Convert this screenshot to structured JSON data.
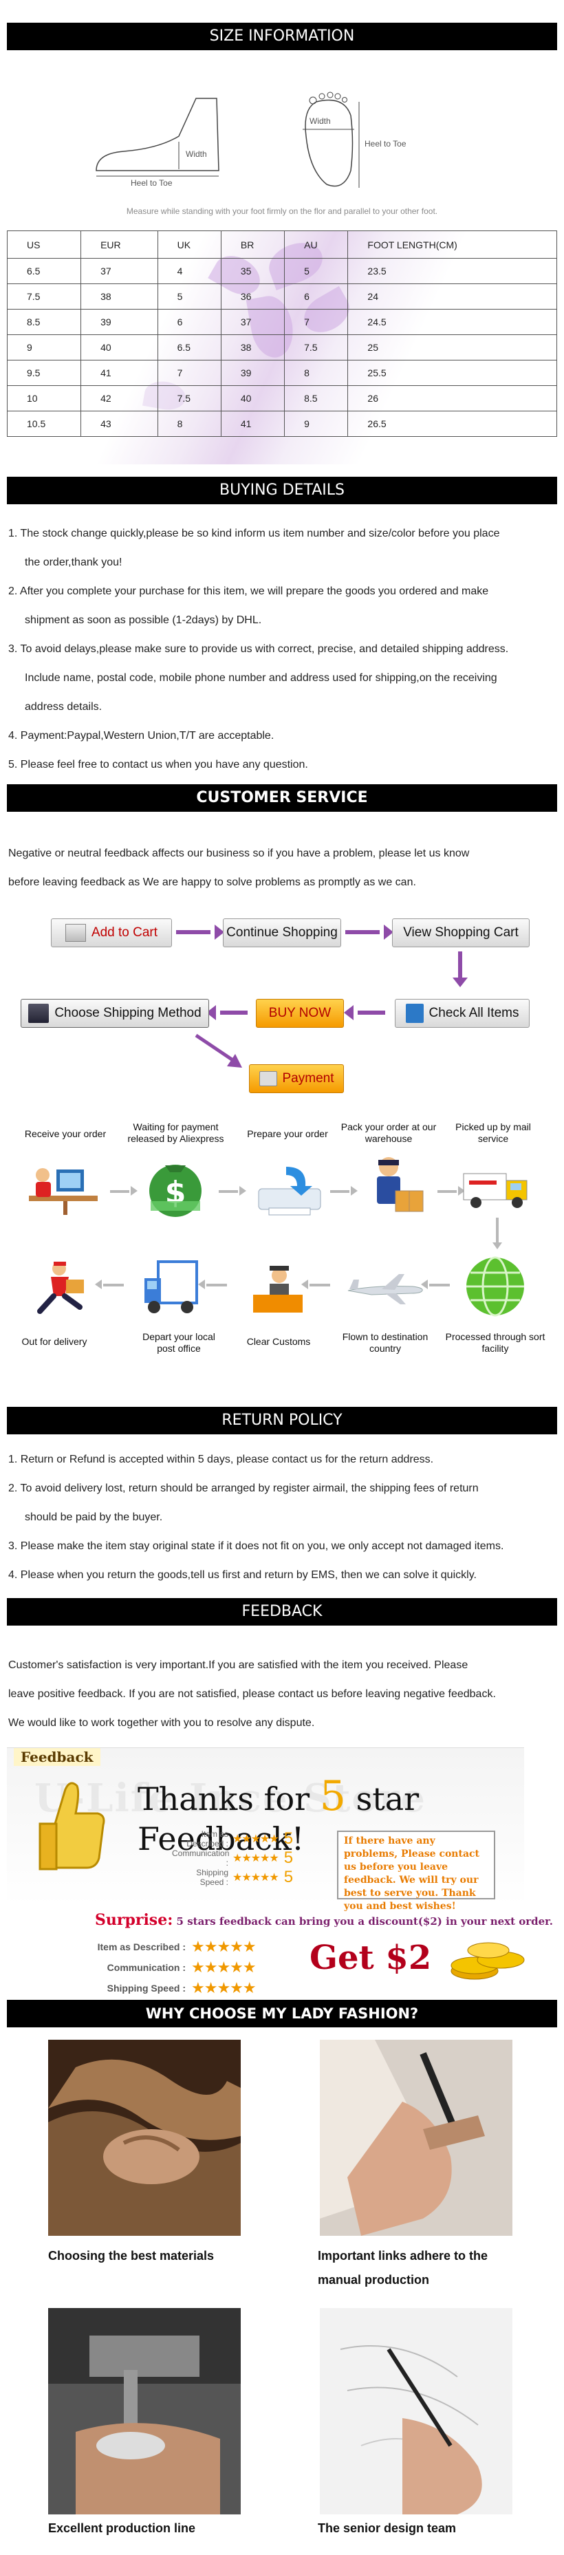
{
  "size_info": {
    "header": "SIZE INFORMATION",
    "width_label": "Width",
    "heel_to_toe_label": "Heel to Toe",
    "note": "Measure while standing with your foot firmly on the flor and parallel to your other foot.",
    "columns": [
      "US",
      "EUR",
      "UK",
      "BR",
      "AU",
      "FOOT LENGTH(CM)"
    ],
    "rows": [
      [
        "6.5",
        "37",
        "4",
        "35",
        "5",
        "23.5"
      ],
      [
        "7.5",
        "38",
        "5",
        "36",
        "6",
        "24"
      ],
      [
        "8.5",
        "39",
        "6",
        "37",
        "7",
        "24.5"
      ],
      [
        "9",
        "40",
        "6.5",
        "38",
        "7.5",
        "25"
      ],
      [
        "9.5",
        "41",
        "7",
        "39",
        "8",
        "25.5"
      ],
      [
        "10",
        "42",
        "7.5",
        "40",
        "8.5",
        "26"
      ],
      [
        "10.5",
        "43",
        "8",
        "41",
        "9",
        "26.5"
      ]
    ]
  },
  "buying": {
    "header": "BUYING DETAILS",
    "items": [
      "1.  The stock change quickly,please be so kind inform us item number and size/color before you place",
      "the order,thank you!",
      "2.  After you complete your purchase for this item, we will prepare the goods you ordered and make",
      "shipment as soon as possible (1-2days) by DHL.",
      "3.  To avoid delays,please make sure to provide us with correct, precise, and detailed shipping address.",
      "Include name, postal code, mobile phone number and address used for shipping,on the receiving",
      "address details.",
      "4. Payment:Paypal,Western Union,T/T are acceptable.",
      "5. Please feel free to contact us when you have any question."
    ]
  },
  "service": {
    "header": "CUSTOMER SERVICE",
    "text": [
      "Negative or neutral feedback affects our business so if you have a problem, please let us know",
      "before leaving feedback as We are happy to solve problems as promptly as we can."
    ],
    "flow": {
      "add_to_cart": "Add to Cart",
      "continue_shopping": "Continue Shopping",
      "view_cart": "View Shopping Cart",
      "check_items": "Check All Items",
      "buy_now": "BUY NOW",
      "shipping_method": "Choose Shipping Method",
      "payment": "Payment"
    },
    "steps": {
      "receive": "Receive your order",
      "waiting": "Waiting for payment released by Aliexpress",
      "prepare": "Prepare your order",
      "pack": "Pack your order at our warehouse",
      "picked": "Picked up by mail service",
      "processed": "Processed through sort facility",
      "flown": "Flown to destination country",
      "customs": "Clear Customs",
      "depart": "Depart your local post office",
      "delivery": "Out for delivery"
    }
  },
  "return_policy": {
    "header": "RETURN POLICY",
    "items": [
      "1. Return or Refund is accepted within 5 days, please contact us for the return address.",
      "2. To avoid delivery lost, return should be arranged by register airmail, the shipping  fees of return",
      "should be paid by the buyer.",
      "3. Please make the item stay original state if it does not fit on you, we only accept not damaged items.",
      "4. Please when you return the goods,tell us first and return by EMS, then we can solve it quickly."
    ]
  },
  "feedback": {
    "header": "FEEDBACK",
    "text": [
      "Customer's satisfaction is very important.If you are satisfied with the item you received. Please",
      "leave positive  feedback. If you are not satisfied, please contact us before leaving negative feedback.",
      "We would like to work together with you to resolve any dispute."
    ],
    "banner_tag": "Feedback",
    "banner_title_pre": "Thanks for",
    "banner_five": "5",
    "banner_title_post": "star Feedback!",
    "watermark": "U-Life Ince Store",
    "ratings": [
      {
        "label": "Item as Described :",
        "stars": "★★★★★",
        "score": "5"
      },
      {
        "label": "Communication :",
        "stars": "★★★★★",
        "score": "5"
      },
      {
        "label": "Shipping Speed :",
        "stars": "★★★★★",
        "score": "5"
      }
    ],
    "problem_note": "If there have any problems, Please contact us before you leave feedback. We will try our best to serve you. Thank you and best wishes!",
    "surprise_big": "Surprise:",
    "surprise_text": " 5 stars feedback can bring you a discount($2) in your next order.",
    "ratings2": [
      {
        "label": "Item as Described :",
        "stars": "★★★★★"
      },
      {
        "label": "Communication :",
        "stars": "★★★★★"
      },
      {
        "label": "Shipping Speed :",
        "stars": "★★★★★"
      }
    ],
    "get_label": "Get  $2"
  },
  "why": {
    "header": "WHY   CHOOSE   MY   LADY   FASHION?",
    "captions": [
      "Choosing the best materials",
      "Important links adhere to the",
      "manual production",
      "Excellent production line",
      "The senior design team"
    ]
  }
}
